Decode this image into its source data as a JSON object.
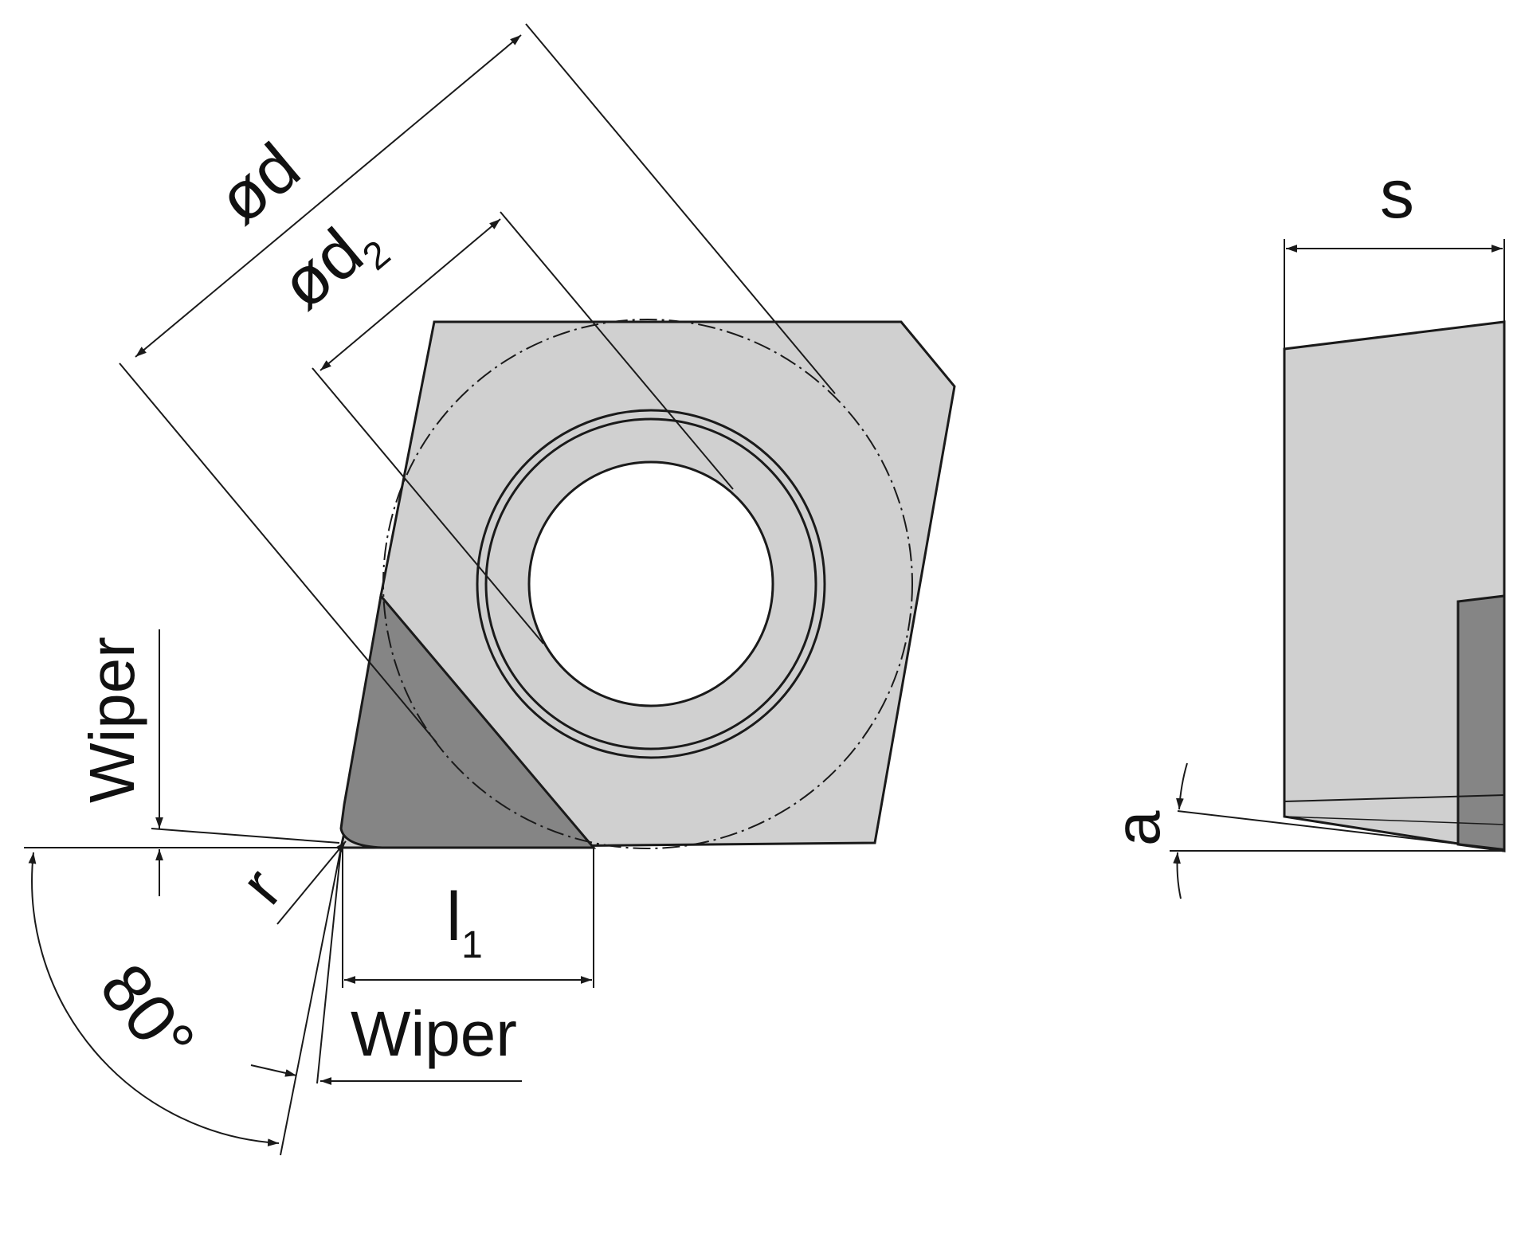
{
  "labels": {
    "d": "ød",
    "d2_main": "ød",
    "d2_sub": "2",
    "s": "s",
    "wiper_left": "Wiper",
    "wiper_bottom": "Wiper",
    "r": "r",
    "l1_main": "l",
    "l1_sub": "1",
    "angle": "80°",
    "a": "a"
  },
  "colors": {
    "insert_body": "#d0d0d0",
    "cutting_tip": "#858585",
    "line": "#1a1a1a"
  }
}
